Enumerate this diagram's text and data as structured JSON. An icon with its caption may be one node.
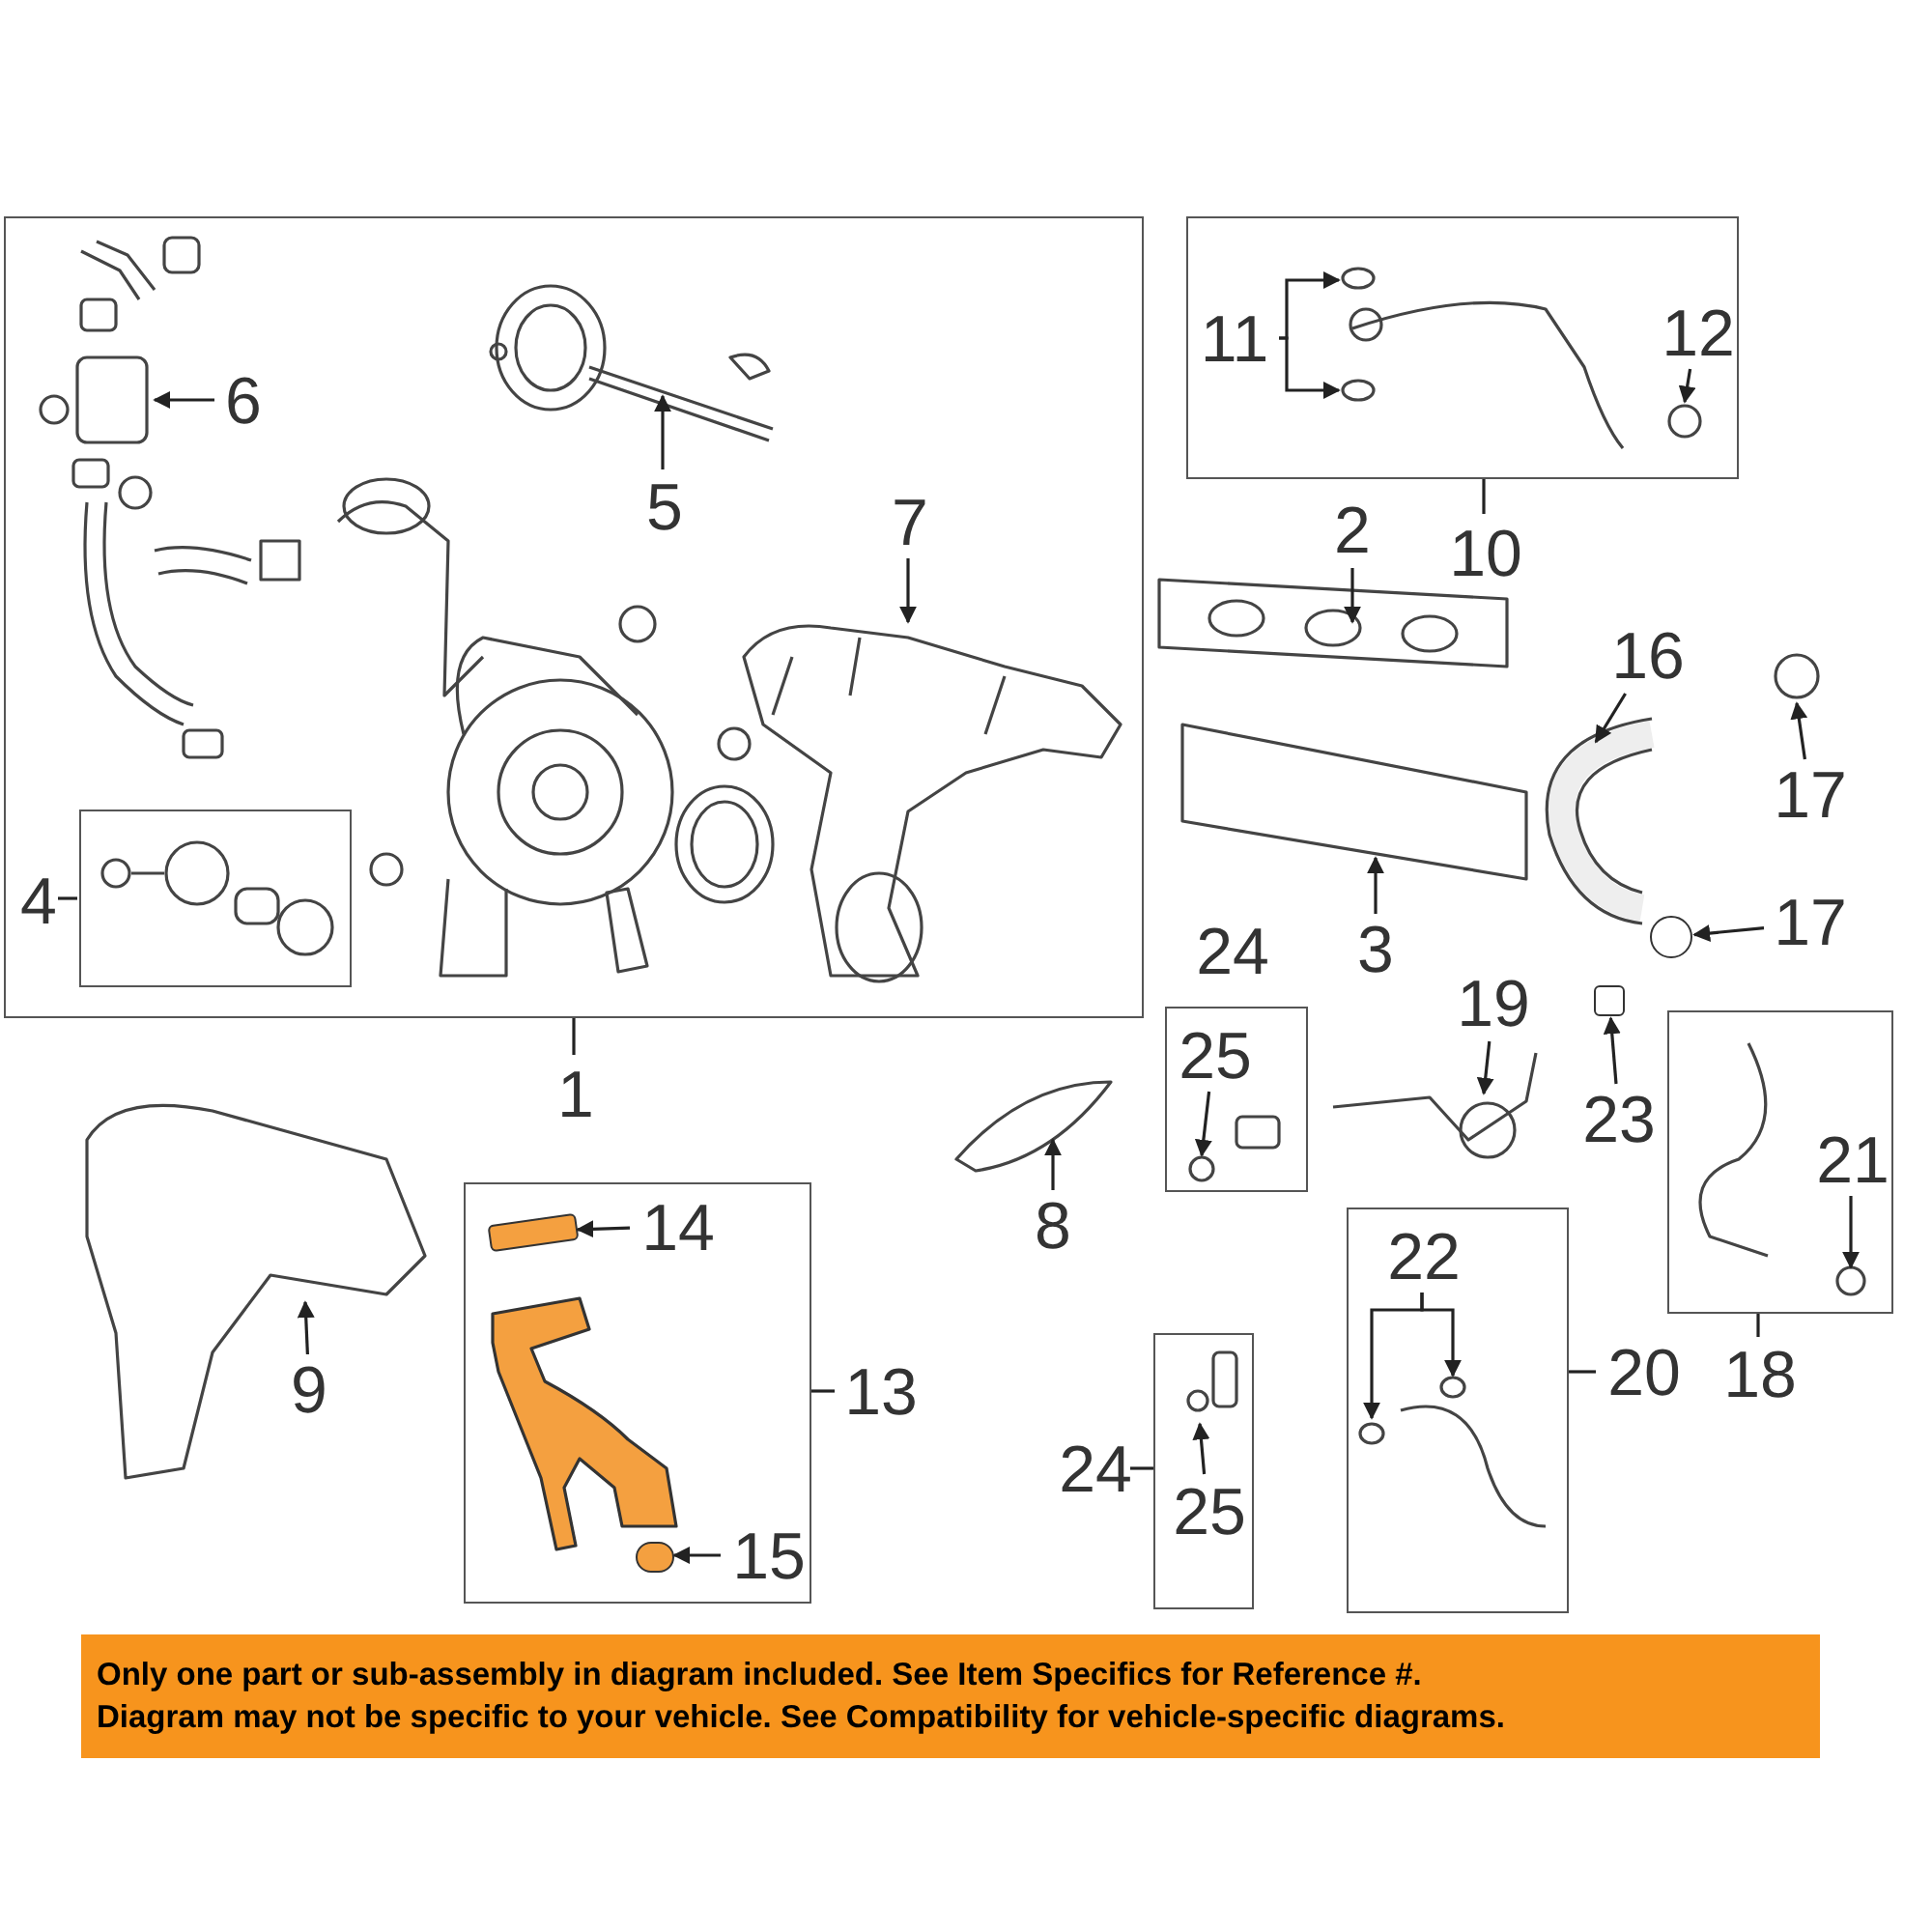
{
  "diagram": {
    "nodes": [
      {
        "text": [
          "1"
        ]
      },
      {
        "text": [
          "4"
        ],
        "in": 0
      },
      {
        "text": [
          "10"
        ]
      },
      {
        "text": [
          "24"
        ]
      },
      {
        "text": [
          "18"
        ]
      },
      {
        "text": [
          "13"
        ]
      },
      {
        "text": [
          "20"
        ]
      },
      {
        "text": [
          "24"
        ]
      },
      {
        "text": [
          "Only one part or sub-assembly in diagram included. See Item Specifics for Reference #.",
          "Diagram may not be specific to your vehicle. See Compatibility for vehicle-specific diagrams."
        ]
      },
      {
        "text": [
          "6"
        ],
        "in": 0
      },
      {
        "text": [
          "5"
        ],
        "in": 0
      },
      {
        "text": [
          "7"
        ],
        "in": 0
      },
      {
        "text": [
          "11"
        ],
        "in": 2
      },
      {
        "text": [
          "12"
        ],
        "in": 2
      },
      {
        "text": [
          "2"
        ]
      },
      {
        "text": [
          "16"
        ]
      },
      {
        "text": [
          "17"
        ]
      },
      {
        "text": [
          "3"
        ]
      },
      {
        "text": [
          "17"
        ]
      },
      {
        "text": [
          "25"
        ],
        "in": 3
      },
      {
        "text": [
          "19"
        ]
      },
      {
        "text": [
          "23"
        ]
      },
      {
        "text": [
          "21"
        ],
        "in": 4
      },
      {
        "text": [
          "8"
        ]
      },
      {
        "text": [
          "14"
        ],
        "in": 5
      },
      {
        "text": [
          "9"
        ]
      },
      {
        "text": [
          "22"
        ],
        "in": 6
      },
      {
        "text": [
          "15"
        ],
        "in": 5
      },
      {
        "text": [
          "25"
        ],
        "in": 7
      },
      {
        "text": [],
        "shape": "box"
      },
      {
        "text": [],
        "shape": "box",
        "in": 5
      },
      {
        "text": [],
        "shape": "circle",
        "in": 5
      },
      {
        "text": [],
        "shape": "circle"
      }
    ],
    "edges": [
      {
        "from": 9,
        "to": null,
        "arrow": "to"
      },
      {
        "from": 10,
        "to": null,
        "arrow": "to"
      },
      {
        "from": 11,
        "to": null,
        "arrow": "to"
      },
      {
        "from": 12,
        "to": null,
        "arrow": "to"
      },
      {
        "from": 12,
        "to": null,
        "arrow": "to"
      },
      {
        "from": 13,
        "to": null,
        "arrow": "to"
      },
      {
        "from": 14,
        "to": null,
        "arrow": "to"
      },
      {
        "from": 15,
        "to": null,
        "arrow": "to"
      },
      {
        "from": 16,
        "to": null,
        "arrow": "to"
      },
      {
        "from": 17,
        "to": null,
        "arrow": "to"
      },
      {
        "from": 18,
        "to": 32,
        "arrow": "to"
      },
      {
        "from": 19,
        "to": null,
        "arrow": "to"
      },
      {
        "from": 20,
        "to": null,
        "arrow": "to"
      },
      {
        "from": 21,
        "to": 29,
        "arrow": "to"
      },
      {
        "from": 22,
        "to": null,
        "arrow": "to"
      },
      {
        "from": 23,
        "to": null,
        "arrow": "to"
      },
      {
        "from": 24,
        "to": 30,
        "arrow": "to"
      },
      {
        "from": 25,
        "to": null,
        "arrow": "to"
      },
      {
        "from": 26,
        "to": null,
        "arrow": "to"
      },
      {
        "from": 26,
        "to": null,
        "arrow": "to"
      },
      {
        "from": 27,
        "to": 31,
        "arrow": "to"
      },
      {
        "from": 28,
        "to": null,
        "arrow": "to"
      }
    ]
  }
}
